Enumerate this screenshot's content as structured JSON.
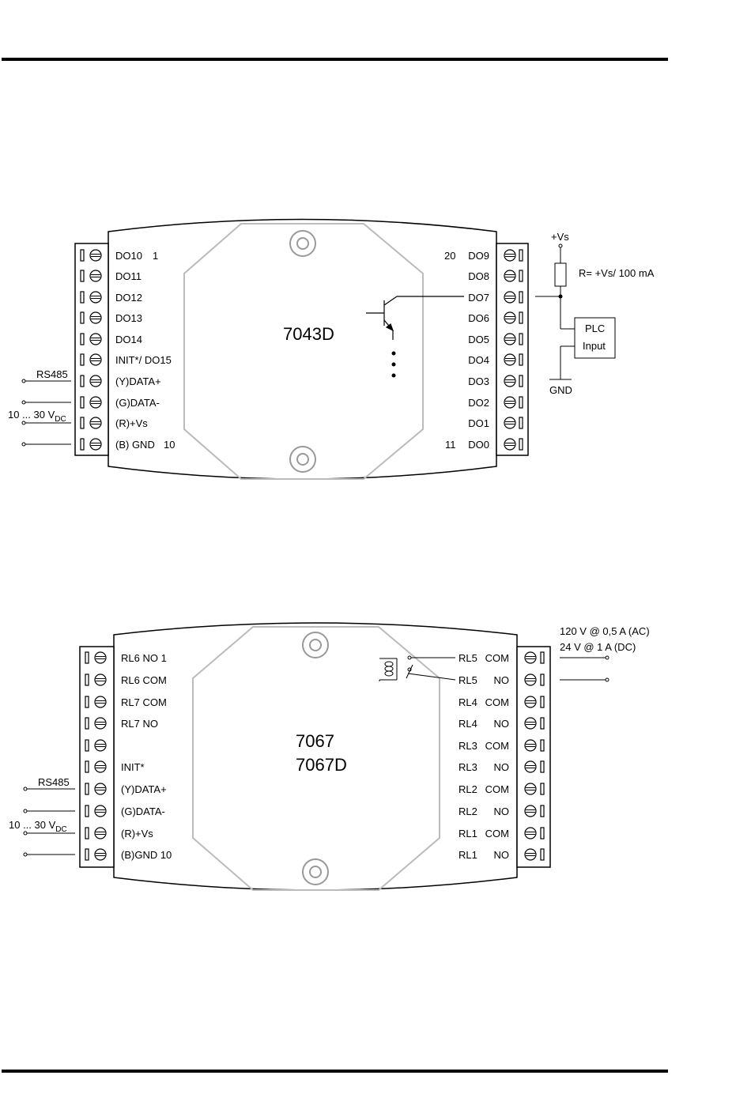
{
  "colors": {
    "ink": "#000000",
    "housing_outline": "#bbbbbb",
    "paper": "#ffffff"
  },
  "module_7043d": {
    "model": "7043D",
    "left_pin_number_top": "1",
    "left_pin_number_bottom": "10",
    "right_pin_number_top": "20",
    "right_pin_number_bottom": "11",
    "left_labels": [
      "DO10",
      "DO11",
      "DO12",
      "DO13",
      "DO14",
      "INIT*/ DO15",
      "(Y)DATA+",
      "(G)DATA-",
      "(R)+Vs",
      "(B) GND"
    ],
    "right_labels": [
      "DO9",
      "DO8",
      "DO7",
      "DO6",
      "DO5",
      "DO4",
      "DO3",
      "DO2",
      "DO1",
      "DO0"
    ],
    "ext_rs485": "RS485",
    "ext_supply_main": "10 ... 30 V",
    "ext_supply_sub": "DC",
    "ext_vs": "+Vs",
    "ext_resistor": "R= +Vs/ 100 mA",
    "ext_plc_line1": "PLC",
    "ext_plc_line2": "Input",
    "ext_gnd": "GND"
  },
  "module_7067": {
    "model_line1": "7067",
    "model_line2": "7067D",
    "left_labels": [
      "RL6 NO 1",
      "RL6 COM",
      "RL7 COM",
      "RL7 NO",
      "",
      "INIT*",
      "(Y)DATA+",
      "(G)DATA-",
      "(R)+Vs",
      "(B)GND 10"
    ],
    "right_labels_a": [
      "RL5",
      "RL5",
      "RL4",
      "RL4",
      "RL3",
      "RL3",
      "RL2",
      "RL2",
      "RL1",
      "RL1"
    ],
    "right_labels_b": [
      "COM",
      "NO",
      "COM",
      "NO",
      "COM",
      "NO",
      "COM",
      "NO",
      "COM",
      "NO"
    ],
    "ext_rs485": "RS485",
    "ext_supply_main": "10 ... 30 V",
    "ext_supply_sub": "DC",
    "ext_rating_ac": "120 V @ 0,5 A (AC)",
    "ext_rating_dc": "24 V @ 1 A (DC)"
  }
}
